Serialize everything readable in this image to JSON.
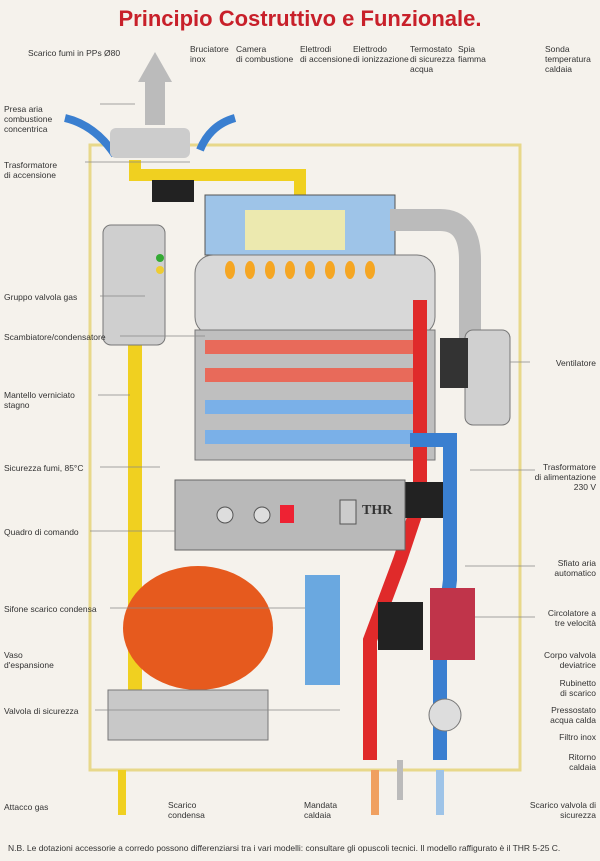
{
  "title": "Principio Costruttivo e Funzionale.",
  "labels": {
    "scarico_fumi": "Scarico fumi in PPs Ø80",
    "bruciatore": "Bruciatore\ninox",
    "camera": "Camera\ndi combustione",
    "elettrodi_acc": "Elettrodi\ndi accensione",
    "elettrodo_ion": "Elettrodo\ndi ionizzazione",
    "termostato": "Termostato\ndi sicurezza\nacqua",
    "spia": "Spia\nfiamma",
    "sonda": "Sonda\ntemperatura\ncaldaia",
    "presa_aria": "Presa aria\ncombustione\nconcentrica",
    "trasformatore_acc": "Trasformatore\ndi accensione",
    "gruppo_gas": "Gruppo valvola gas",
    "scambiatore": "Scambiatore/condensatore",
    "mantello": "Mantello verniciato\nstagno",
    "sicurezza_fumi": "Sicurezza fumi, 85°C",
    "quadro": "Quadro di comando",
    "sifone": "Sifone scarico condensa",
    "vaso": "Vaso\nd'espansione",
    "valvola_sic": "Valvola di sicurezza",
    "attacco_gas": "Attacco gas",
    "scarico_condensa": "Scarico\ncondensa",
    "mandata": "Mandata\ncaldaia",
    "ventilatore": "Ventilatore",
    "trasf_alim": "Trasformatore\ndi alimentazione\n230 V",
    "sfiato": "Sfiato aria\nautomatico",
    "circolatore": "Circolatore a\ntre velocità",
    "corpo_valvola": "Corpo valvola\ndeviatrice",
    "rubinetto": "Rubinetto\ndi scarico",
    "pressostato": "Pressostato\nacqua calda",
    "filtro": "Filtro inox",
    "ritorno": "Ritorno\ncaldaia",
    "scarico_valvola": "Scarico valvola di\nsicurezza"
  },
  "panel_brand": "THR",
  "footer": "N.B. Le dotazioni accessorie a corredo possono differenziarsi tra i vari modelli: consultare gli opuscoli tecnici. Il modello raffigurato è il THR 5-25 C.",
  "colors": {
    "title": "#c8202a",
    "flue": "#f0d020",
    "hot": "#e02a2a",
    "cold": "#3a7fd0",
    "casing": "#dcdcdc"
  }
}
